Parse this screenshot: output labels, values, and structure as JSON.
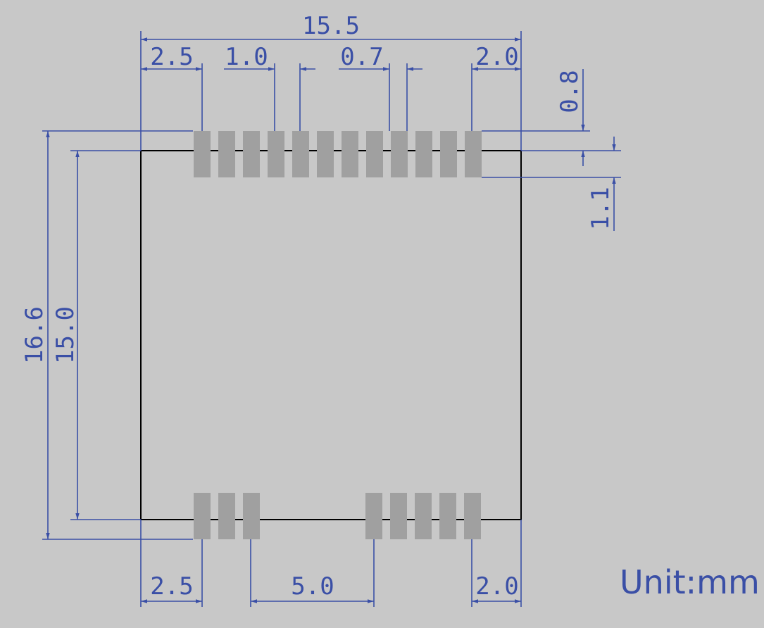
{
  "dimensions": {
    "overall_width": "15.5",
    "left_offset_top": "2.5",
    "pitch": "1.0",
    "pad_width": "0.7",
    "right_offset_top": "2.0",
    "pad_overhang": "0.8",
    "pad_length": "1.1",
    "overall_height": "16.6",
    "body_height": "15.0",
    "left_offset_bottom": "2.5",
    "gap_bottom": "5.0",
    "right_offset_bottom": "2.0"
  },
  "unit_label": "Unit:mm",
  "colors": {
    "dimension": "#3a4fa6",
    "pad": "#a0a0a0",
    "outline": "#000000",
    "background": "#c8c8c8"
  },
  "pads": {
    "top_count": 12,
    "bottom_left_count": 3,
    "bottom_right_count": 5
  }
}
